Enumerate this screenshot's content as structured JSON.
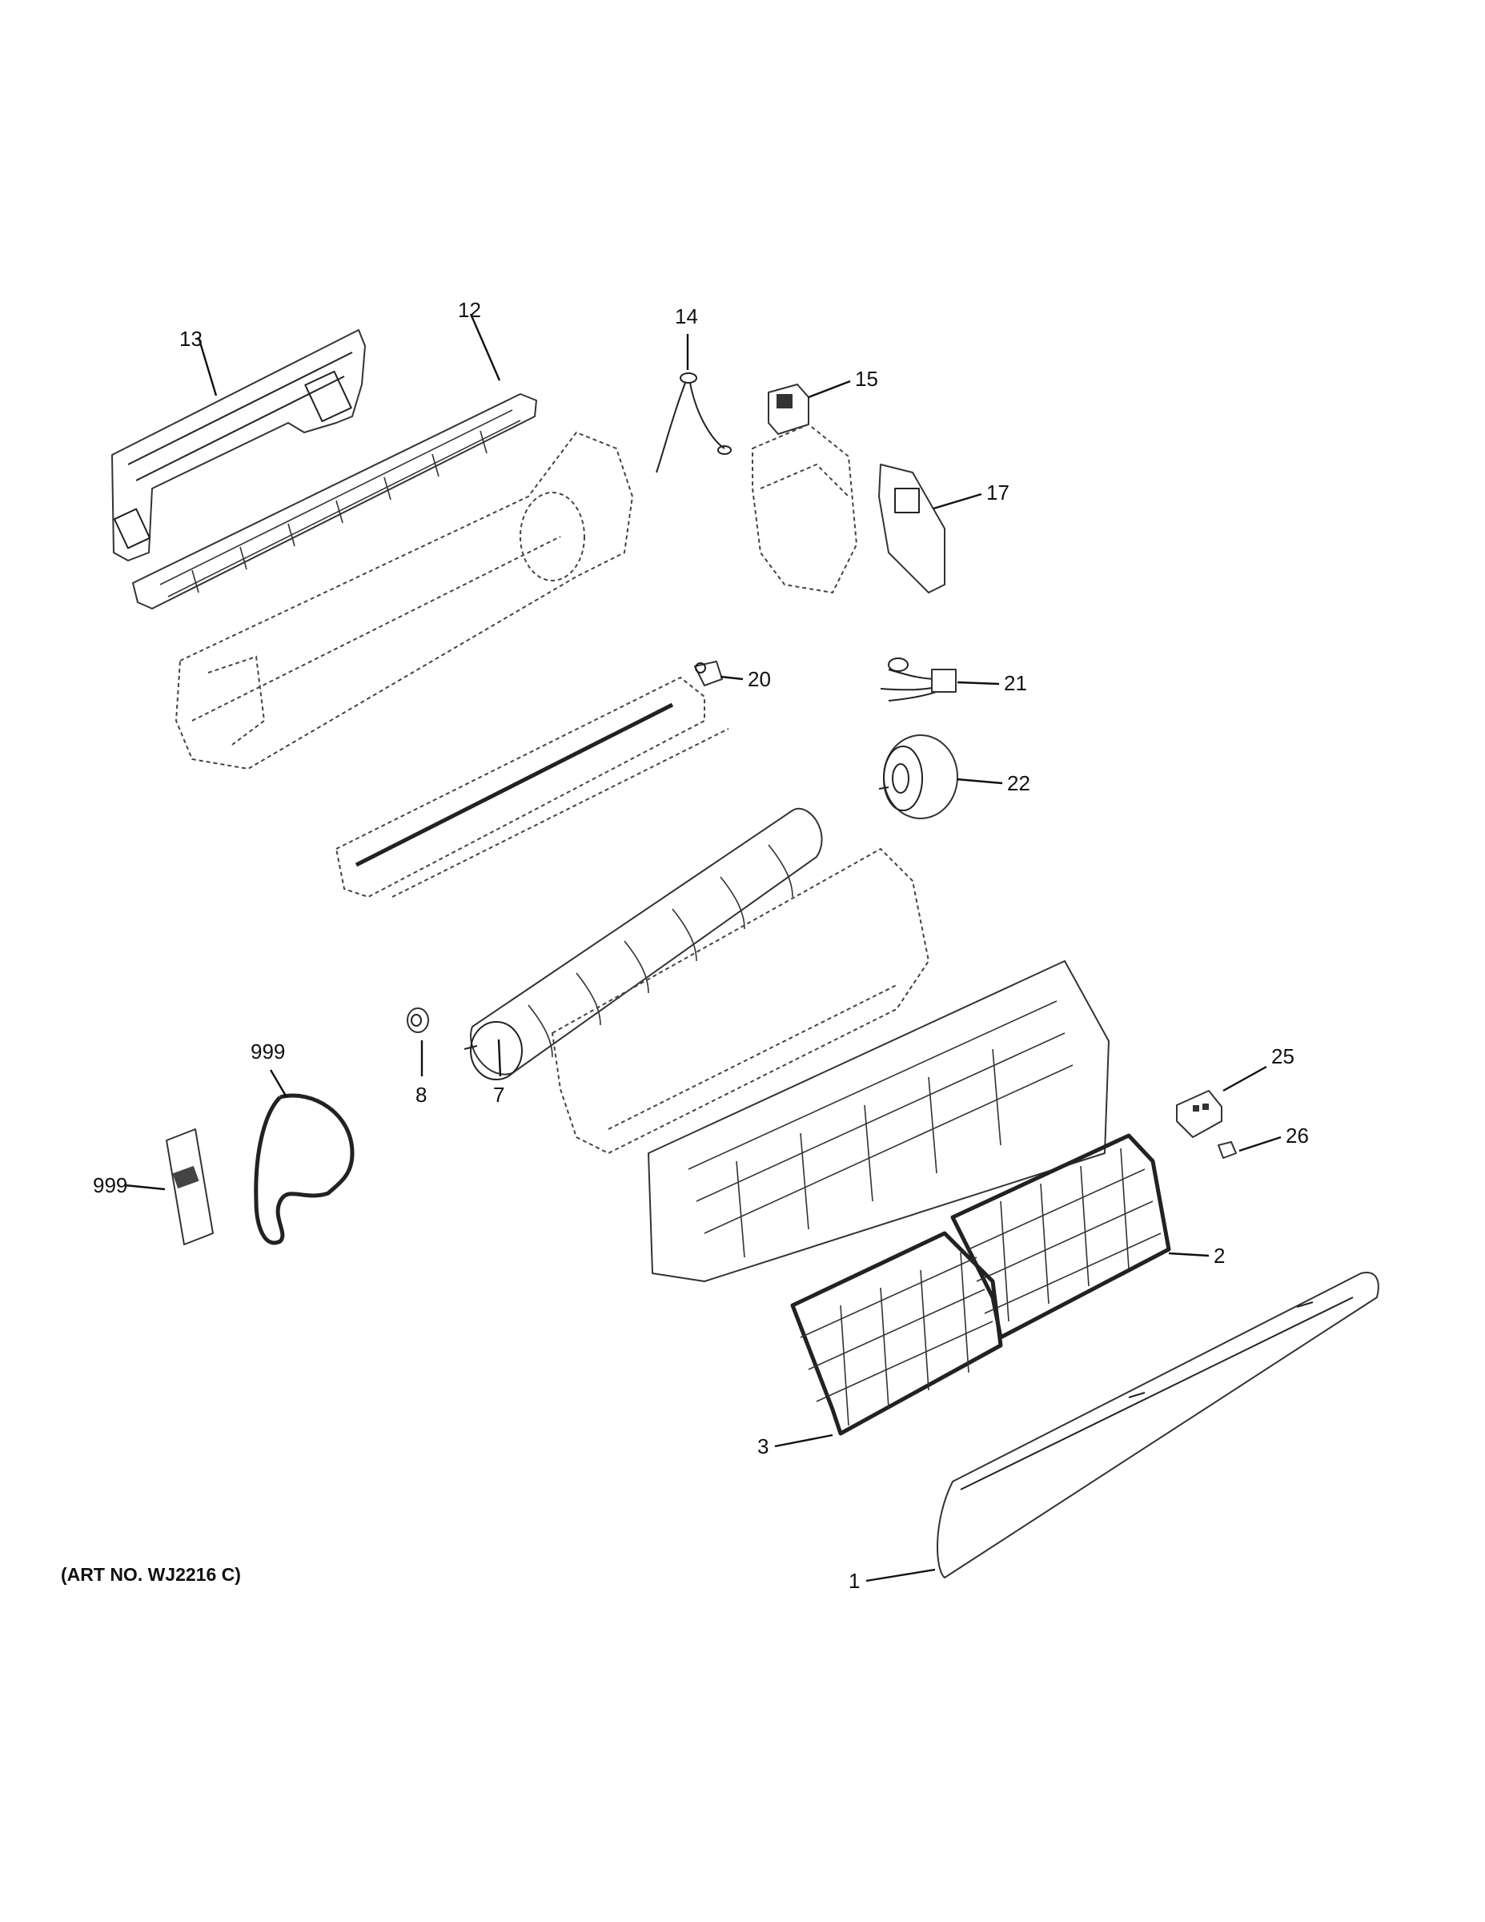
{
  "diagram": {
    "art_number": "(ART NO. WJ2216 C)",
    "callouts": {
      "c1": "1",
      "c2": "2",
      "c3": "3",
      "c7": "7",
      "c8": "8",
      "c12": "12",
      "c13": "13",
      "c14": "14",
      "c15": "15",
      "c17": "17",
      "c20": "20",
      "c21": "21",
      "c22": "22",
      "c25": "25",
      "c26": "26",
      "c999a": "999",
      "c999b": "999"
    }
  }
}
